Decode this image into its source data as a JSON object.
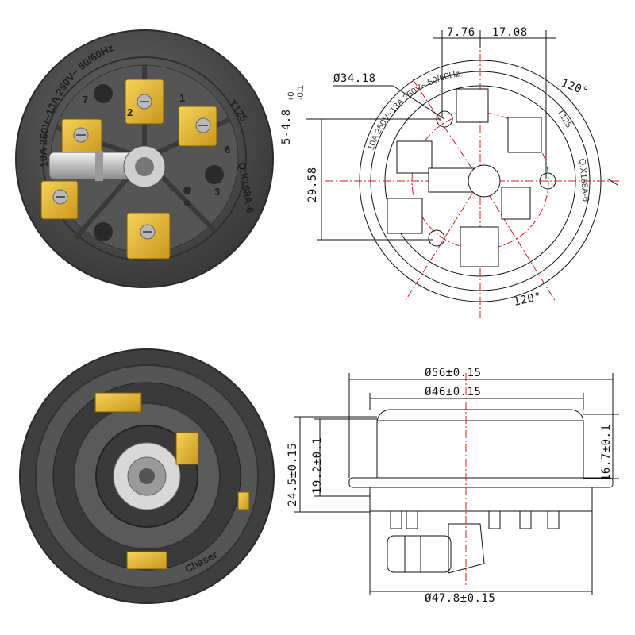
{
  "rear_photo": {
    "ring_text_top": "10A 250V~13A 250V~ 50/60Hz",
    "model": "Q.X168A-6",
    "rating": "T125",
    "terminal_labels": [
      "7",
      "2",
      "1",
      "6",
      "3"
    ]
  },
  "top_drawing": {
    "ring_text": "10A 250V~13A 250V~ 50/60Hz",
    "model": "Q.X168A-6",
    "rating": "T125",
    "dims": {
      "d_offset_a": "7.76",
      "d_offset_b": "17.08",
      "d_circle": "Ø34.18",
      "d_hole": "5-4.8",
      "d_hole_tol_upper": "+0",
      "d_hole_tol_lower": "-0.1",
      "d_height": "29.58",
      "angle_top": "120°",
      "angle_bottom": "120°"
    }
  },
  "front_photo": {
    "brand": "Chaser"
  },
  "side_drawing": {
    "dims": {
      "outer_diameter": "Ø56±0.15",
      "body_diameter": "Ø46±0.15",
      "total_height": "24.5±0.15",
      "mid_height": "19.2±0.1",
      "body_height": "16.7±0.1",
      "base_diameter": "Ø47.8±0.15"
    }
  },
  "colors": {
    "housing": "#4a4a4a",
    "brass": "#e5b933",
    "dimension_red": "#e01818"
  }
}
